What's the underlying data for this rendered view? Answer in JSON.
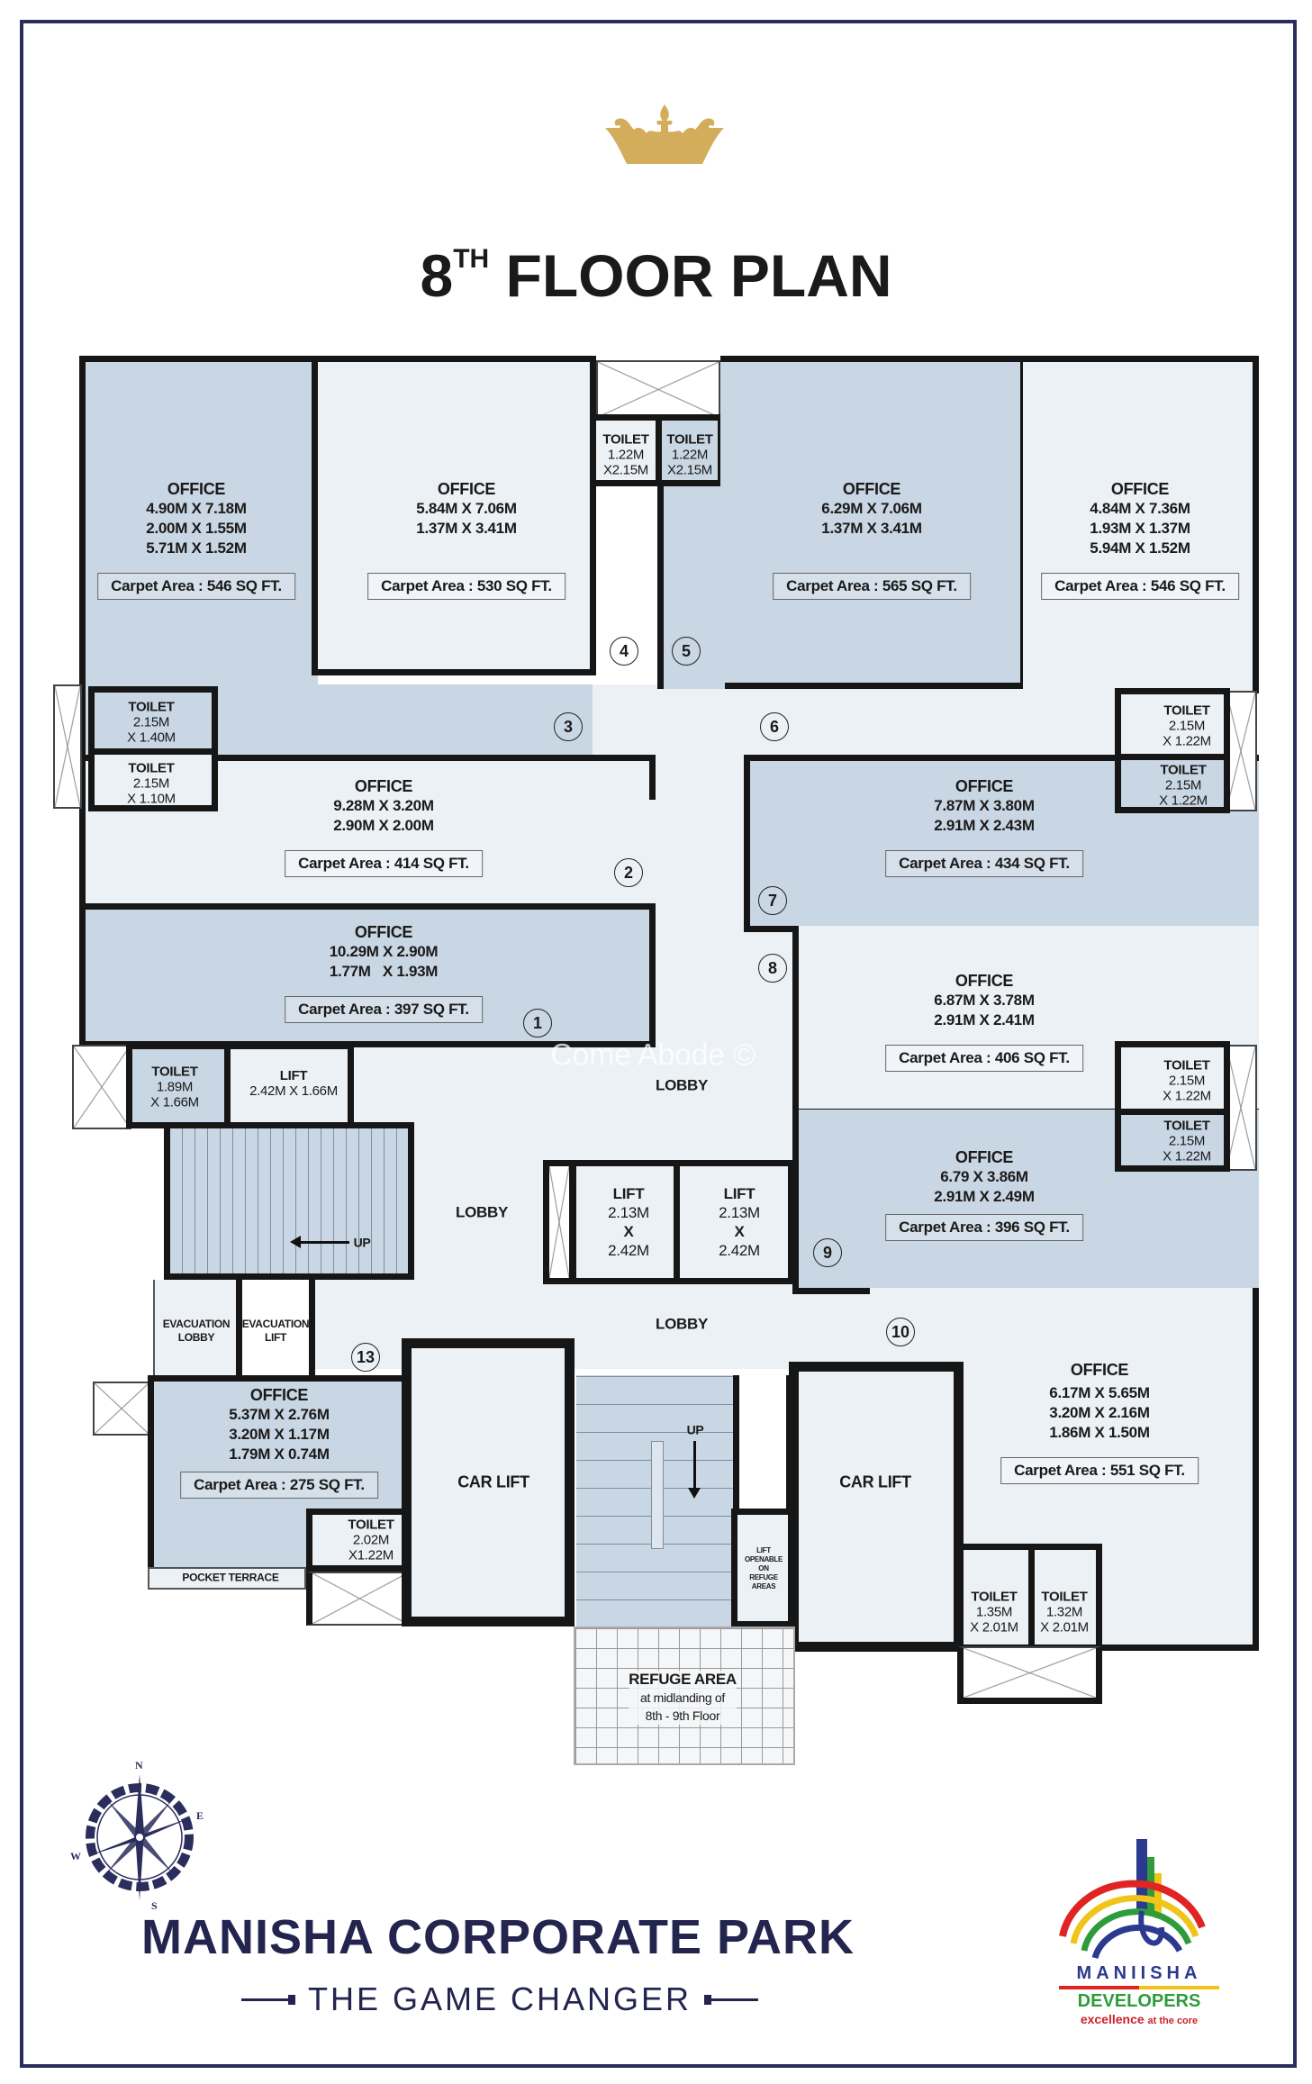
{
  "title": {
    "floor": "8",
    "suffix": "TH",
    "text": "FLOOR PLAN"
  },
  "offices": [
    {
      "number": "1",
      "label": "OFFICE",
      "dims": [
        "10.29M X 2.90M",
        "1.77M   X 1.93M"
      ],
      "carpet": "Carpet Area : 397 SQ FT."
    },
    {
      "number": "2",
      "label": "OFFICE",
      "dims": [
        "9.28M X 3.20M",
        "2.90M X 2.00M"
      ],
      "carpet": "Carpet Area : 414 SQ FT."
    },
    {
      "number": "3",
      "label": "OFFICE",
      "dims": [
        "4.90M X 7.18M",
        "2.00M X 1.55M",
        "5.71M X 1.52M"
      ],
      "carpet": "Carpet Area : 546 SQ FT."
    },
    {
      "number": "4",
      "label": "OFFICE",
      "dims": [
        "5.84M X 7.06M",
        "1.37M X 3.41M"
      ],
      "carpet": "Carpet Area : 530 SQ FT."
    },
    {
      "number": "5",
      "label": "OFFICE",
      "dims": [
        "6.29M X 7.06M",
        "1.37M X 3.41M"
      ],
      "carpet": "Carpet Area : 565 SQ FT."
    },
    {
      "number": "6",
      "label": "OFFICE",
      "dims": [
        "4.84M X 7.36M",
        "1.93M X 1.37M",
        "5.94M X 1.52M"
      ],
      "carpet": "Carpet Area : 546 SQ FT."
    },
    {
      "number": "7",
      "label": "OFFICE",
      "dims": [
        "7.87M X 3.80M",
        "2.91M X 2.43M"
      ],
      "carpet": "Carpet Area : 434 SQ FT."
    },
    {
      "number": "8",
      "label": "OFFICE",
      "dims": [
        "6.87M X 3.78M",
        "2.91M X 2.41M"
      ],
      "carpet": "Carpet Area : 406 SQ FT."
    },
    {
      "number": "9",
      "label": "OFFICE",
      "dims": [
        "6.79 X 3.86M",
        "2.91M X 2.49M"
      ],
      "carpet": "Carpet Area : 396 SQ FT."
    },
    {
      "number": "10",
      "label": "OFFICE",
      "dims": [
        "6.17M X 5.65M",
        "3.20M X 2.16M",
        "1.86M X 1.50M"
      ],
      "carpet": "Carpet Area : 551 SQ FT."
    },
    {
      "number": "13",
      "label": "OFFICE",
      "dims": [
        "5.37M X 2.76M",
        "3.20M X 1.17M",
        "1.79M X 0.74M"
      ],
      "carpet": "Carpet Area : 275 SQ FT."
    }
  ],
  "toilets": [
    {
      "label": "TOILET",
      "a": "1.22M",
      "b": "X2.15M"
    },
    {
      "label": "TOILET",
      "a": "1.22M",
      "b": "X2.15M"
    },
    {
      "label": "TOILET",
      "a": "2.15M",
      "b": "X 1.40M"
    },
    {
      "label": "TOILET",
      "a": "2.15M",
      "b": "X 1.10M"
    },
    {
      "label": "TOILET",
      "a": "2.15M",
      "b": "X 1.22M"
    },
    {
      "label": "TOILET",
      "a": "2.15M",
      "b": "X 1.22M"
    },
    {
      "label": "TOILET",
      "a": "1.89M",
      "b": "X 1.66M"
    },
    {
      "label": "TOILET",
      "a": "2.15M",
      "b": "X 1.22M"
    },
    {
      "label": "TOILET",
      "a": "2.15M",
      "b": "X 1.22M"
    },
    {
      "label": "TOILET",
      "a": "2.02M",
      "b": "X1.22M"
    },
    {
      "label": "TOILET",
      "a": "1.35M",
      "b": "X 2.01M"
    },
    {
      "label": "TOILET",
      "a": "1.32M",
      "b": "X 2.01M"
    }
  ],
  "service_lift": {
    "label": "LIFT",
    "dims": "2.42M X 1.66M"
  },
  "lifts": [
    {
      "label": "LIFT",
      "a": "2.13M",
      "x": "X",
      "b": "2.42M"
    },
    {
      "label": "LIFT",
      "a": "2.13M",
      "x": "X",
      "b": "2.42M"
    }
  ],
  "lobbies": [
    "LOBBY",
    "LOBBY",
    "LOBBY"
  ],
  "car_lifts": [
    "CAR LIFT",
    "CAR LIFT"
  ],
  "evacuation_lobby": [
    "EVACUATION",
    "LOBBY"
  ],
  "evacuation_lift": [
    "EVACUATION",
    "LIFT"
  ],
  "pocket_terrace": "POCKET TERRACE",
  "stairs_up": [
    "UP",
    "UP"
  ],
  "lift_openable": [
    "LIFT",
    "OPENABLE",
    "ON",
    "REFUGE",
    "AREAS"
  ],
  "refuge": {
    "title": "REFUGE AREA",
    "line1": "at midlanding of",
    "line2": "8th - 9th Floor"
  },
  "watermark": "Come Abode ©",
  "compass": {
    "n": "N",
    "e": "E",
    "s": "S",
    "w": "W"
  },
  "footer": {
    "project": "MANISHA CORPORATE PARK",
    "tagline": "THE GAME CHANGER"
  },
  "developer_logo": {
    "name": "MANIISHA",
    "sub": "DEVELOPERS",
    "motto_bold": "excellence",
    "motto": "at the core"
  },
  "colors": {
    "navy": "#2b2d5c",
    "gold": "#d3ad5b",
    "room_dark": "#c9d6e3",
    "room_light": "#ecf1f6"
  }
}
